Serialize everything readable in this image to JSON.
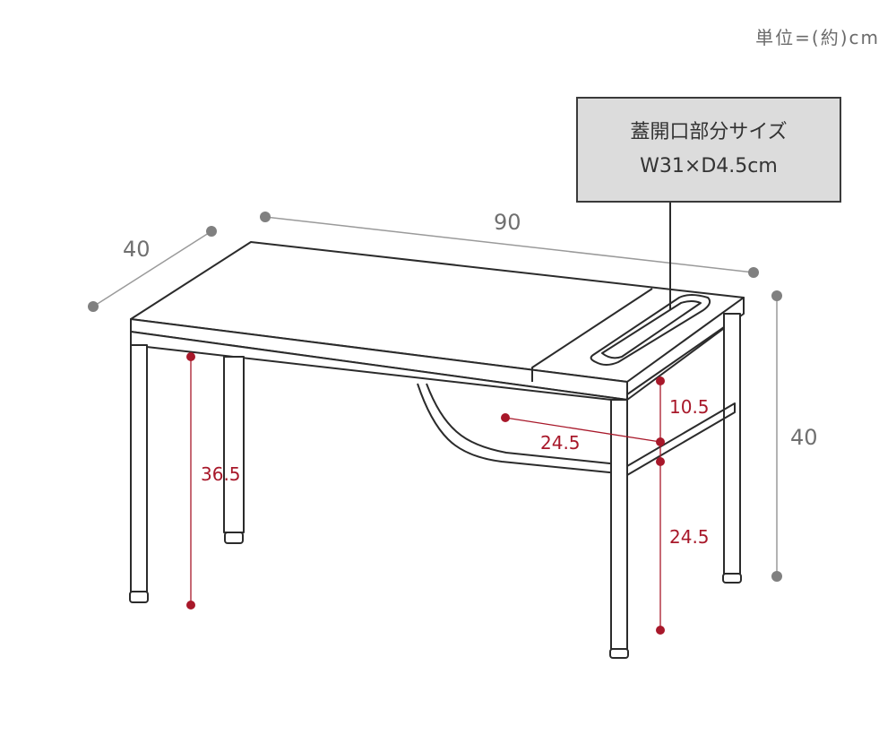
{
  "unit_label": "単位=(約)cm",
  "callout": {
    "line1": "蓋開口部分サイズ",
    "line2": "W31×D4.5cm"
  },
  "dimensions": {
    "depth": "40",
    "width": "90",
    "height": "40",
    "leg_clearance": "36.5",
    "shelf_top_gap": "10.5",
    "shelf_depth": "24.5",
    "shelf_height": "24.5"
  },
  "colors": {
    "outline": "#2b2b2b",
    "gray_dim": "#808080",
    "red_dim": "#a8182a",
    "callout_fill": "#dcdcdc"
  }
}
